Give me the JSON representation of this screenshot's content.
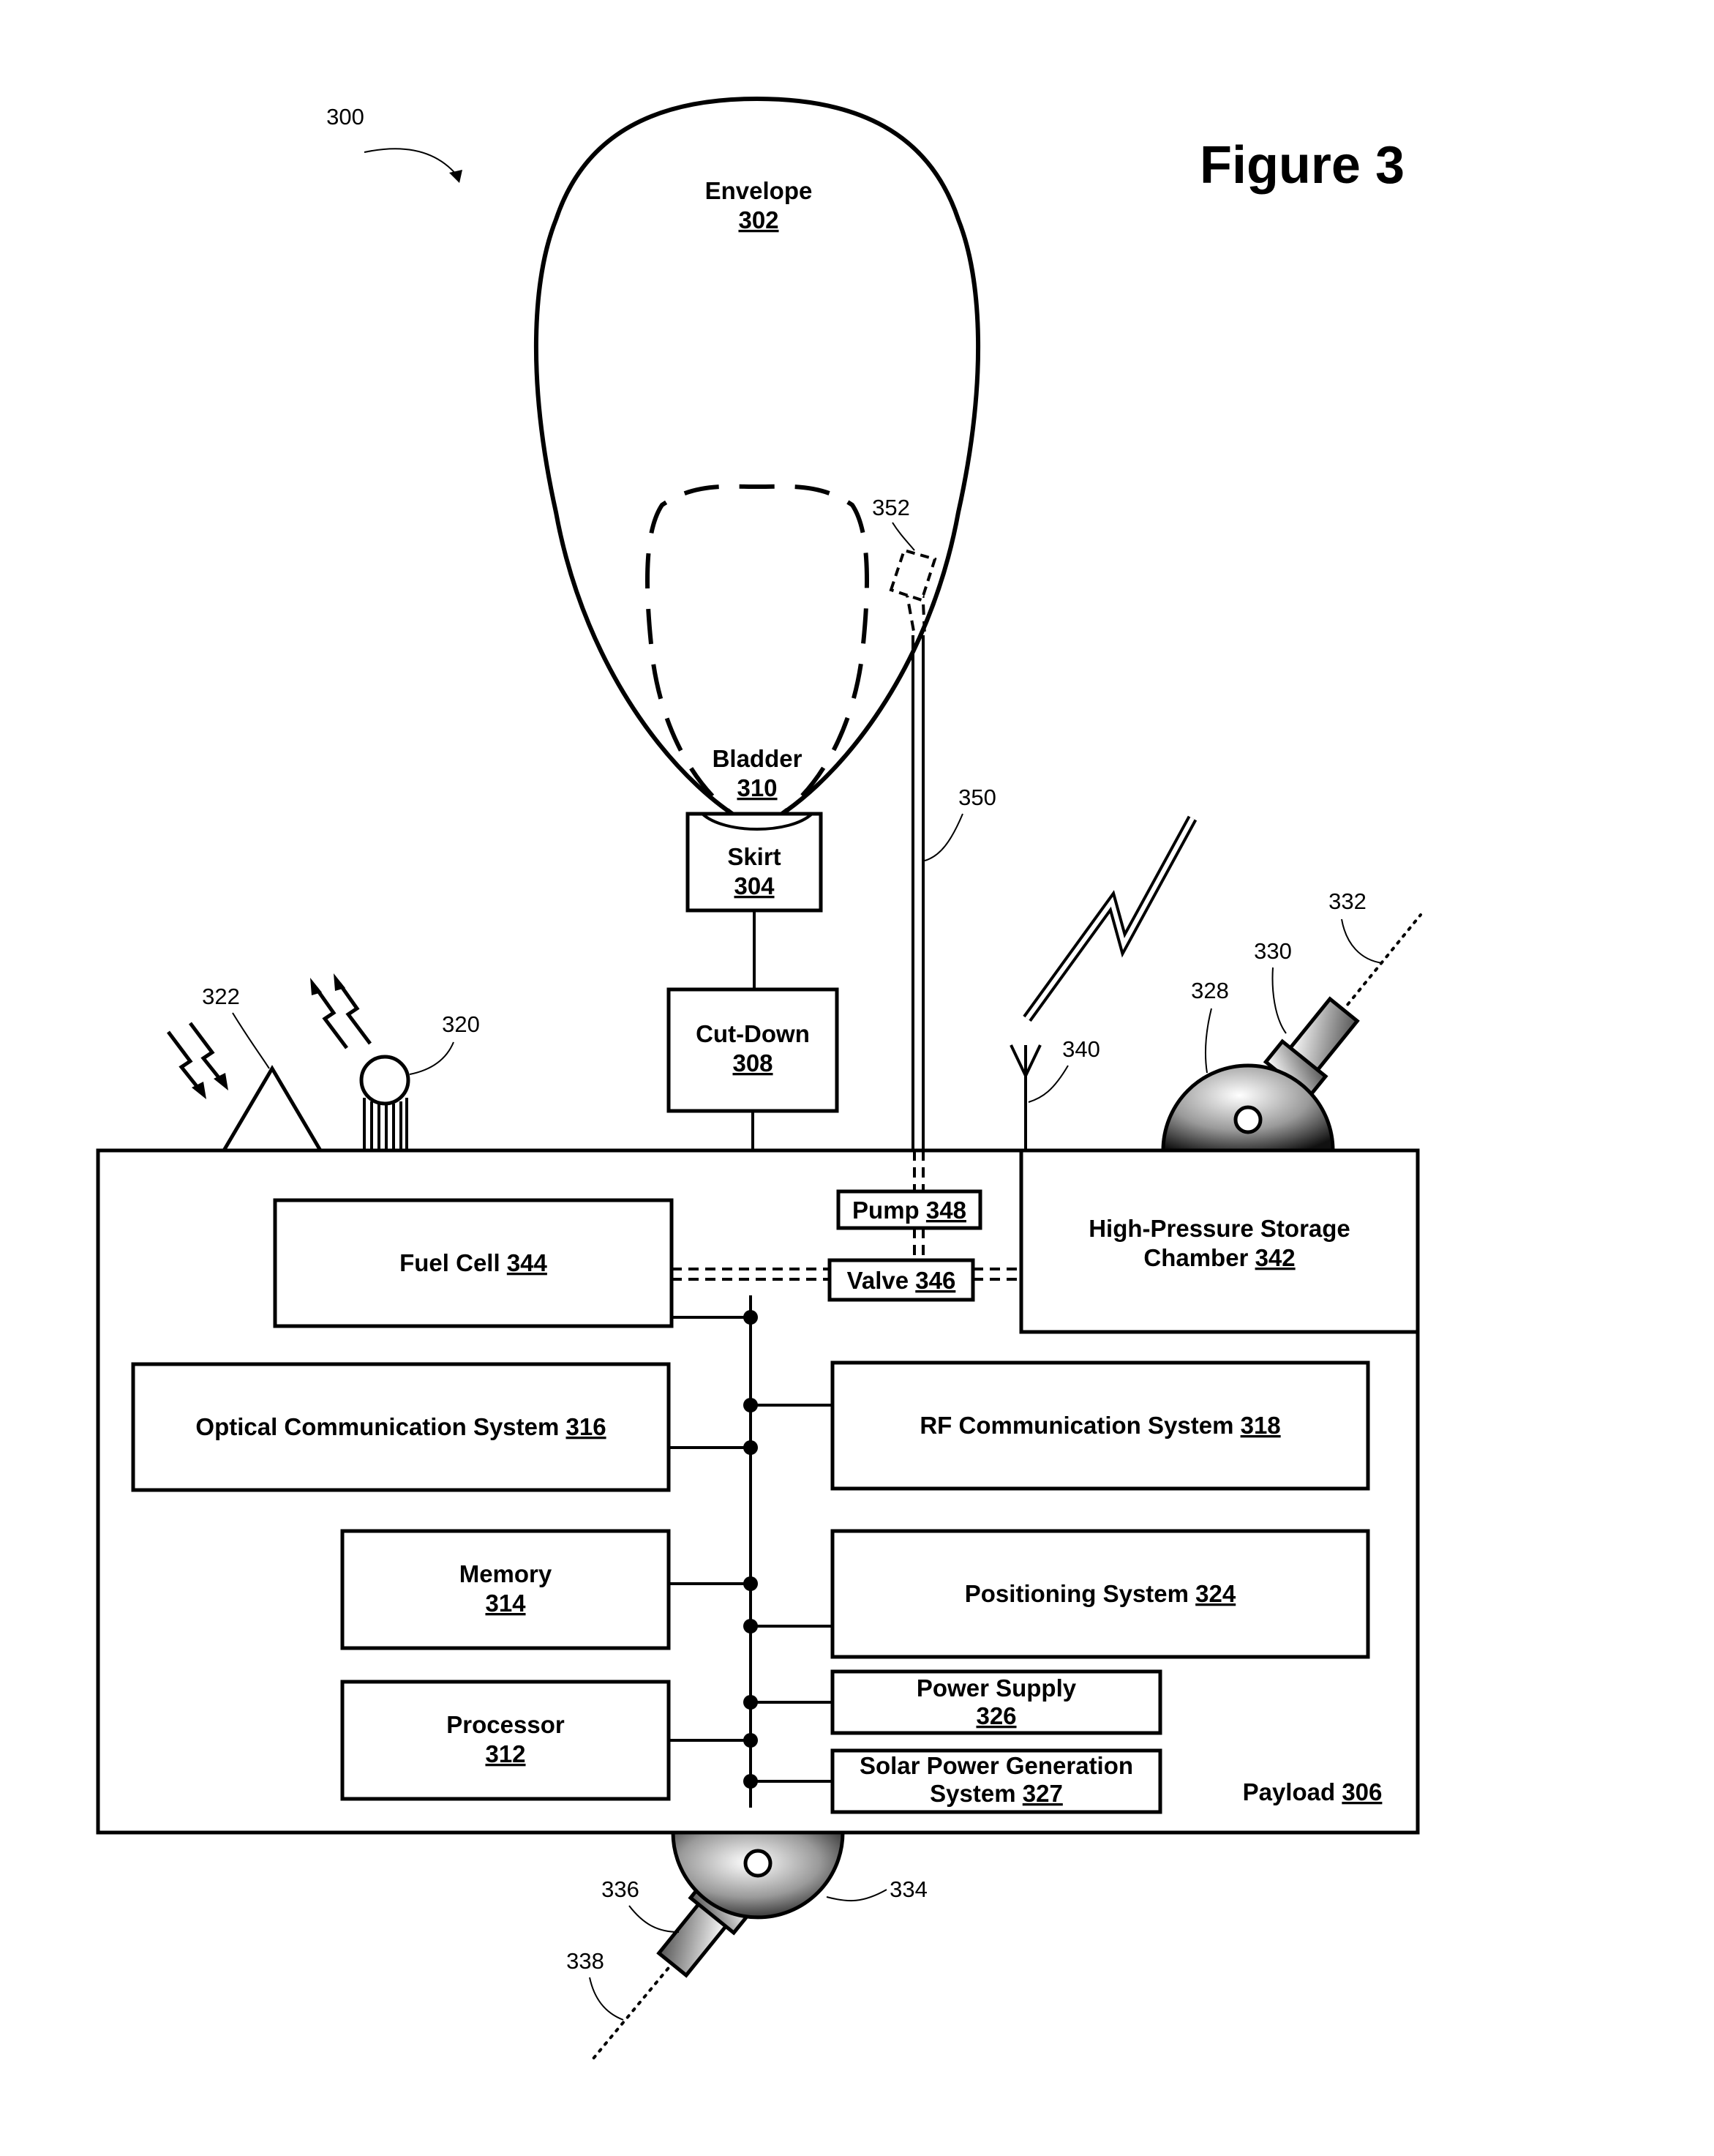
{
  "figure": {
    "title": "Figure 3",
    "ref": "300"
  },
  "balloon": {
    "envelope": {
      "label": "Envelope",
      "num": "302"
    },
    "bladder": {
      "label": "Bladder",
      "num": "310"
    },
    "skirt": {
      "label": "Skirt",
      "num": "304"
    },
    "cutdown": {
      "label": "Cut-Down",
      "num": "308"
    },
    "tube_ref": "350",
    "vent_ref": "352"
  },
  "payload": {
    "label": "Payload",
    "num": "306",
    "fuel_cell": {
      "label": "Fuel Cell",
      "num": "344"
    },
    "pump": {
      "label": "Pump",
      "num": "348"
    },
    "valve": {
      "label": "Valve",
      "num": "346"
    },
    "storage": {
      "line1": "High-Pressure Storage",
      "line2": "Chamber",
      "num": "342"
    },
    "optical": {
      "label": "Optical Communication System",
      "num": "316"
    },
    "rf": {
      "label": "RF Communication System",
      "num": "318"
    },
    "memory": {
      "label": "Memory",
      "num": "314"
    },
    "positioning": {
      "label": "Positioning System",
      "num": "324"
    },
    "power": {
      "label": "Power Supply",
      "num": "326"
    },
    "solar": {
      "line1": "Solar Power Generation",
      "line2": "System",
      "num": "327"
    },
    "processor": {
      "label": "Processor",
      "num": "312"
    }
  },
  "external": {
    "optical_rx_ref": "322",
    "optical_tx_ref": "320",
    "antenna_ref": "340",
    "gimbal_top_ref": "328",
    "camera_top_ref": "330",
    "axis_top_ref": "332",
    "gimbal_bottom_ref": "334",
    "camera_bottom_ref": "336",
    "axis_bottom_ref": "338"
  }
}
